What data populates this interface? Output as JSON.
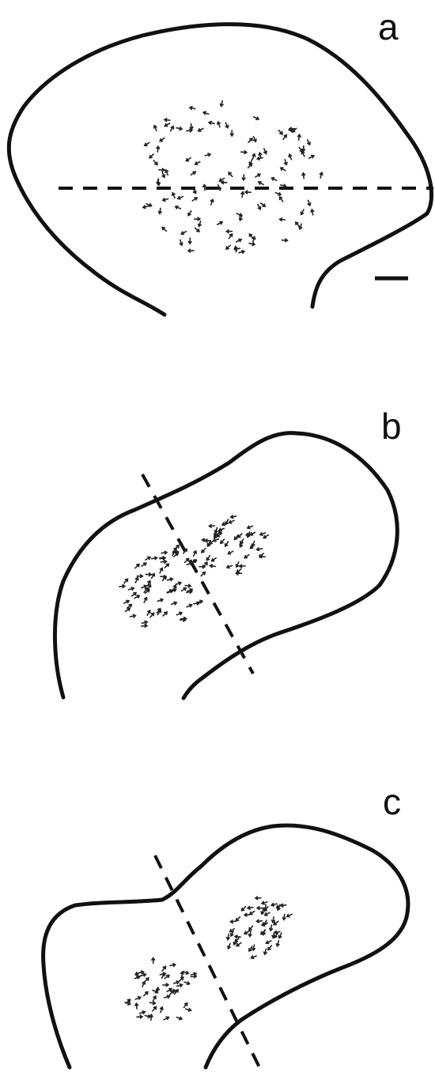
{
  "figure": {
    "panels": [
      {
        "id": "a",
        "label": "a",
        "has_scale_bar": true
      },
      {
        "id": "b",
        "label": "b",
        "has_scale_bar": false
      },
      {
        "id": "c",
        "label": "c",
        "has_scale_bar": false
      }
    ],
    "colors": {
      "ink": "#111111",
      "background": "#ffffff"
    }
  }
}
